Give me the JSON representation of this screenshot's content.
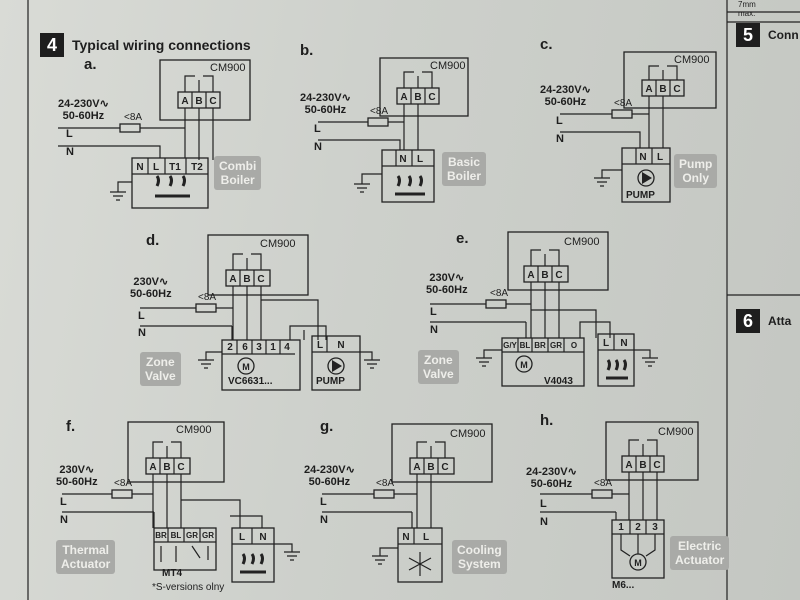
{
  "sections": {
    "s4": {
      "number": "4",
      "title": "Typical wiring connections"
    },
    "s5": {
      "number": "5",
      "title_fragment": "Conn"
    },
    "s6": {
      "number": "6",
      "title_fragment": "Atta"
    }
  },
  "top_right_fragment": "7mm\nmax.",
  "device_name": "CM900",
  "fuse_label": "<8A",
  "line_label": "L",
  "neutral_label": "N",
  "diagrams": {
    "a": {
      "label": "a.",
      "voltage": "24-230V∿\n50-60Hz",
      "tag": "Combi\nBoiler",
      "terminals": [
        "N",
        "L",
        "T1",
        "T2"
      ]
    },
    "b": {
      "label": "b.",
      "voltage": "24-230V∿\n50-60Hz",
      "tag": "Basic\nBoiler",
      "terminals": [
        "N",
        "L"
      ]
    },
    "c": {
      "label": "c.",
      "voltage": "24-230V∿\n50-60Hz",
      "tag": "Pump\nOnly",
      "terminals": [
        "N",
        "L"
      ],
      "device": "PUMP"
    },
    "d": {
      "label": "d.",
      "voltage": "230V∿\n50-60Hz",
      "tag": "Zone\nValve",
      "valve_terminals": [
        "2",
        "6",
        "3",
        "1",
        "4"
      ],
      "valve_name": "VC6631...",
      "pump_terminals": [
        "L",
        "N"
      ],
      "device": "PUMP"
    },
    "e": {
      "label": "e.",
      "voltage": "230V∿\n50-60Hz",
      "tag": "Zone\nValve",
      "valve_terminals": [
        "G/Y",
        "BL",
        "BR",
        "GR",
        "O"
      ],
      "valve_name": "V4043",
      "boiler_terminals": [
        "L",
        "N"
      ]
    },
    "f": {
      "label": "f.",
      "voltage": "230V∿\n50-60Hz",
      "tag": "Thermal\nActuator",
      "actuator_terminals": [
        "BR",
        "BL",
        "GR",
        "GR"
      ],
      "actuator_name": "MT4",
      "boiler_terminals": [
        "L",
        "N"
      ],
      "footnote": "*S-versions olny"
    },
    "g": {
      "label": "g.",
      "voltage": "24-230V∿\n50-60Hz",
      "tag": "Cooling\nSystem",
      "terminals": [
        "N",
        "L"
      ]
    },
    "h": {
      "label": "h.",
      "voltage": "24-230V∿\n50-60Hz",
      "tag": "Electric\nActuator",
      "terminals": [
        "1",
        "2",
        "3"
      ],
      "actuator_name": "M6..."
    }
  }
}
